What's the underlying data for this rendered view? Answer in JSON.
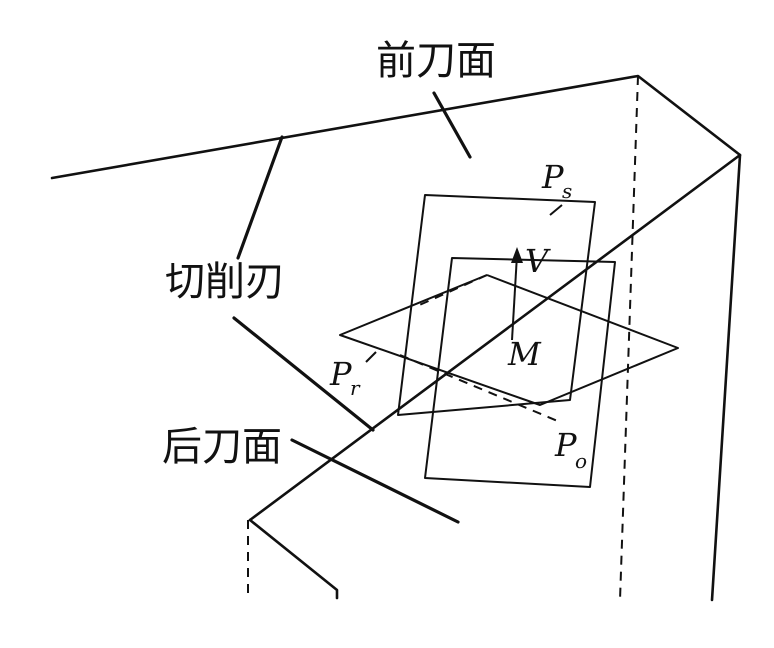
{
  "labels": {
    "rake_face": "前刀面",
    "cutting_edge": "切削刃",
    "flank_face": "后刀面",
    "plane_s": "P",
    "plane_s_sub": "s",
    "plane_r": "P",
    "plane_r_sub": "r",
    "plane_o": "P",
    "plane_o_sub": "o",
    "velocity": "V",
    "point": "M"
  }
}
